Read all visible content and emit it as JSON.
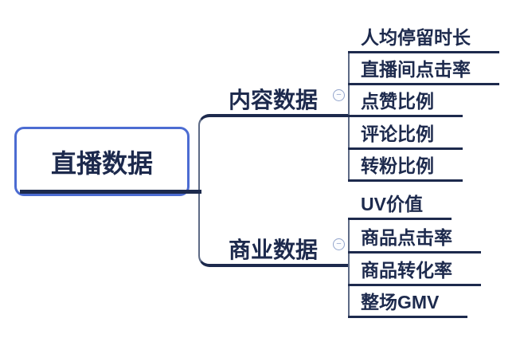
{
  "root": {
    "label": "直播数据"
  },
  "branches": [
    {
      "label": "内容数据",
      "toggle_glyph": "−",
      "children": [
        "人均停留时长",
        "直播间点击率",
        "点赞比例",
        "评论比例",
        "转粉比例"
      ]
    },
    {
      "label": "商业数据",
      "toggle_glyph": "−",
      "children": [
        "UV价值",
        "商品点击率",
        "商品转化率",
        "整场GMV"
      ]
    }
  ],
  "colors": {
    "navy": "#1d2a4d",
    "thin": "#5d6a85",
    "blue": "#4c6cd2",
    "toggle": "#93a5cc"
  }
}
